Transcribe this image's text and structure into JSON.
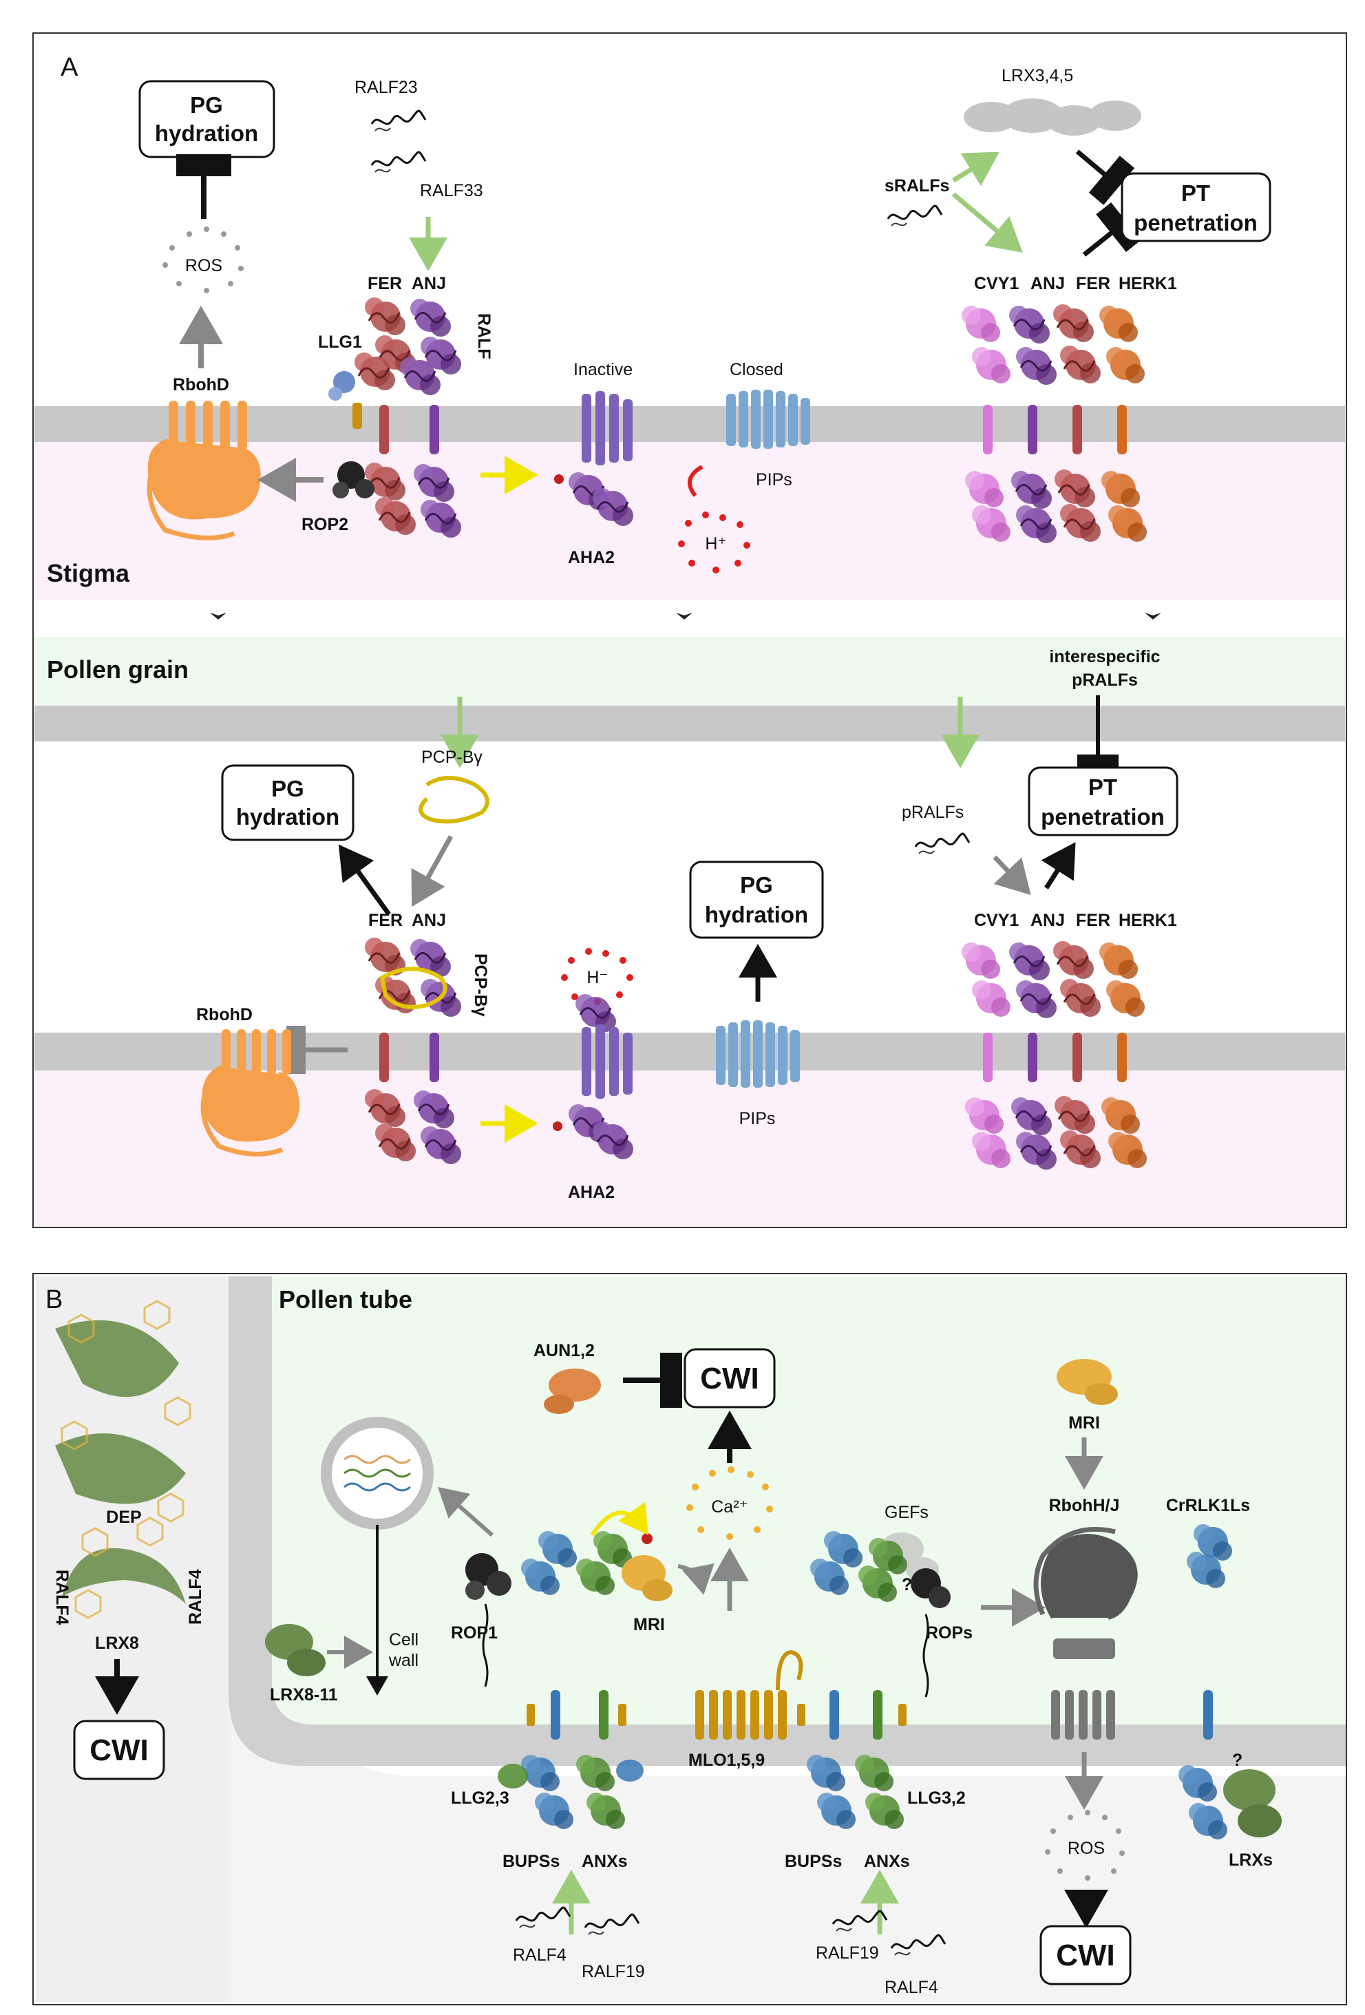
{
  "panels": {
    "a": "A",
    "b": "B"
  },
  "regions": {
    "stigma": "Stigma",
    "pollen_grain": "Pollen grain",
    "pollen_tube": "Pollen tube"
  },
  "boxes": {
    "pg_hydration_line1": "PG",
    "pg_hydration_line2": "hydration",
    "pt_penetration_line1": "PT",
    "pt_penetration_line2": "penetration",
    "cwi": "CWI"
  },
  "stigma_labels": {
    "ralf23": "RALF23",
    "ralf33": "RALF33",
    "ros": "ROS",
    "rbohd": "RbohD",
    "llg1": "LLG1",
    "fer": "FER",
    "anj": "ANJ",
    "ralf": "RALF",
    "rop2": "ROP2",
    "inactive": "Inactive",
    "aha2": "AHA2",
    "closed": "Closed",
    "pips": "PIPs",
    "h_plus": "H⁺",
    "lrx": "LRX3,4,5",
    "sralfs": "sRALFs",
    "cvy1": "CVY1",
    "herk1": "HERK1"
  },
  "pollen_labels": {
    "pcp_by": "PCP-Bγ",
    "interspecific_line1": "interespecific",
    "interspecific_line2": "pRALFs",
    "pralfs": "pRALFs",
    "h_minus": "H⁻"
  },
  "tube_labels": {
    "aun": "AUN1,2",
    "ca": "Ca²⁺",
    "gefs": "GEFs",
    "mri": "MRI",
    "rbohhj": "RbohH/J",
    "crrlk1ls": "CrRLK1Ls",
    "rop1": "ROP1",
    "mlo": "MLO1,5,9",
    "rops": "ROPs",
    "cell_wall_line1": "Cell",
    "cell_wall_line2": "wall",
    "lrx8_11": "LRX8-11",
    "llg23": "LLG2,3",
    "llg32": "LLG3,2",
    "bupss": "BUPSs",
    "anxs": "ANXs",
    "ralf4": "RALF4",
    "ralf19": "RALF19",
    "lrxs": "LRXs",
    "ros": "ROS",
    "question": "?",
    "dep": "DEP",
    "lrx8": "LRX8"
  },
  "colors": {
    "membrane": "#c8c8c8",
    "stigma_bg": "#fcf0fa",
    "pollen_bg": "#eefaee",
    "fer": "#b04a4a",
    "anj": "#7a3fa0",
    "cvy1": "#d878d8",
    "herk1": "#d2691e",
    "rbohd": "#f7a04b",
    "aha2": "#7b62b8",
    "pips": "#7aa7d2",
    "green_arrow": "#9ccc7a",
    "yellow_arrow": "#f2e600",
    "proton": "#e02020",
    "bupss": "#3a78b5",
    "anxs": "#4e8a2e",
    "mlo": "#c8920e",
    "aun": "#e0884a",
    "lrx_green": "#6b8e4e"
  }
}
